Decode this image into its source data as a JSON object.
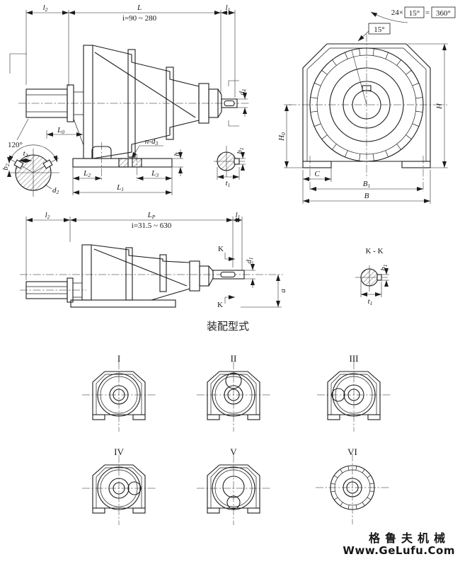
{
  "canvas": {
    "bg": "#ffffff",
    "ink": "#1c1c1c"
  },
  "v1": {
    "dims": {
      "l2": {
        "b": "l",
        "s": "2"
      },
      "L": "L",
      "l1": {
        "b": "l",
        "s": "1"
      },
      "ratio": "i=90 ~ 280",
      "L0": {
        "b": "L",
        "s": "0"
      },
      "nd3": {
        "b": "n-d",
        "s": "3"
      },
      "L2": {
        "b": "L",
        "s": "2"
      },
      "L3": {
        "b": "L",
        "s": "3"
      },
      "L1": {
        "b": "L",
        "s": "1"
      },
      "h": "h",
      "d1": {
        "b": "d",
        "s": "1"
      },
      "b1": {
        "b": "b",
        "s": "1"
      },
      "t1": {
        "b": "t",
        "s": "1"
      }
    },
    "detail": {
      "angle": "120°",
      "t2": {
        "b": "t",
        "s": "2"
      },
      "b2": {
        "b": "b",
        "s": "2"
      },
      "d2": {
        "b": "d",
        "s": "2"
      }
    }
  },
  "v2": {
    "rim_note": {
      "prefix": "24×",
      "boxed_angle": "15°",
      "equals": "=",
      "boxed_total": "360°"
    },
    "angle": "15°",
    "dims": {
      "H": "H",
      "H0": {
        "b": "H",
        "s": "0"
      },
      "C": "C",
      "B1": {
        "b": "B",
        "s": "1"
      },
      "B": "B"
    }
  },
  "v3": {
    "dims": {
      "l2": {
        "b": "l",
        "s": "2"
      },
      "Lp": {
        "b": "L",
        "s": "P"
      },
      "l1": {
        "b": "l",
        "s": "1"
      },
      "ratio": "i=31.5 ~ 630",
      "K_top": "K",
      "K_bottom": "K",
      "d1": {
        "b": "d",
        "s": "1"
      },
      "a": "a"
    }
  },
  "kk": {
    "title": "K - K",
    "b1": {
      "b": "b",
      "s": "1"
    },
    "t1": {
      "b": "t",
      "s": "1"
    }
  },
  "assembly": {
    "title": "装配型式",
    "labels": [
      "I",
      "II",
      "III",
      "IV",
      "V",
      "VI"
    ]
  },
  "watermark": {
    "line1": "格鲁夫机械",
    "line2": "Www.GeLufu.Com",
    "color": "#F29191"
  }
}
